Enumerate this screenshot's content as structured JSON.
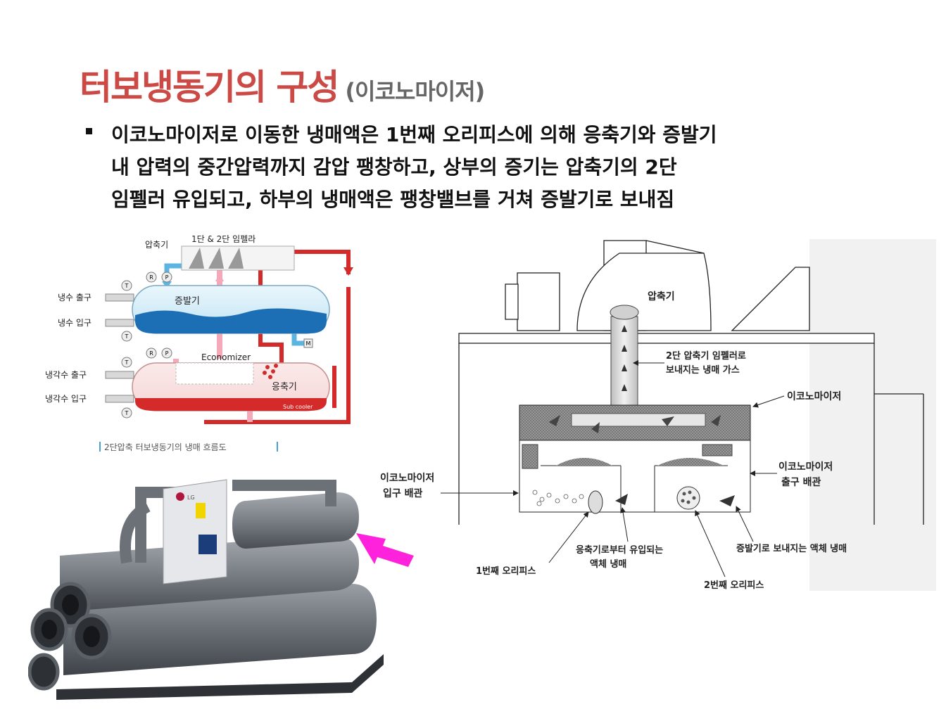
{
  "title": {
    "main": "터보냉동기의 구성",
    "sub": "(이코노마이저)"
  },
  "bullet": {
    "lines": [
      "이코노마이저로 이동한 냉매액은 1번째 오리피스에 의해 응축기와 증발기",
      "내 압력의 중간압력까지 감압 팽창하고, 상부의 증기는 압축기의 2단",
      "임펠러 유입되고, 하부의 냉매액은 팽창밸브를 거쳐 증발기로 보내짐"
    ]
  },
  "flow_diagram": {
    "compressor": "압축기",
    "impeller": "1단 & 2단 임펠라",
    "chilled_out": "냉수 출구",
    "chilled_in": "냉수 입구",
    "evaporator": "증발기",
    "economizer": "Economizer",
    "condenser": "응축기",
    "cooling_out": "냉각수 출구",
    "cooling_in": "냉각수 입구",
    "subcooler": "Sub cooler",
    "caption": "2단압축 터보냉동기의 냉매 흐름도",
    "gauges": {
      "t": "T",
      "r": "R",
      "p": "P",
      "m": "M"
    }
  },
  "photo": {
    "brand": "LG"
  },
  "section_diagram": {
    "compressor": "압축기",
    "gas_line1": "2단 압축기 임펠러로",
    "gas_line2": "보내지는 냉매 가스",
    "economizer": "이코노마이저",
    "inlet_line1": "이코노마이저",
    "inlet_line2": "입구 배관",
    "outlet_line1": "이코노마이저",
    "outlet_line2": "출구 배관",
    "orifice1": "1번째 오리피스",
    "from_cond_line1": "응축기로부터 유입되는",
    "from_cond_line2": "액체 냉매",
    "orifice2": "2번째 오리피스",
    "to_evap": "증발기로 보내지는 액체 냉매"
  },
  "colors": {
    "title": "#cc4a45",
    "hot_pipe": "#d42a2a",
    "cold_pipe": "#5bb5e0",
    "pink_pipe": "#f5a8b8",
    "arrow": "#ff22dd"
  }
}
